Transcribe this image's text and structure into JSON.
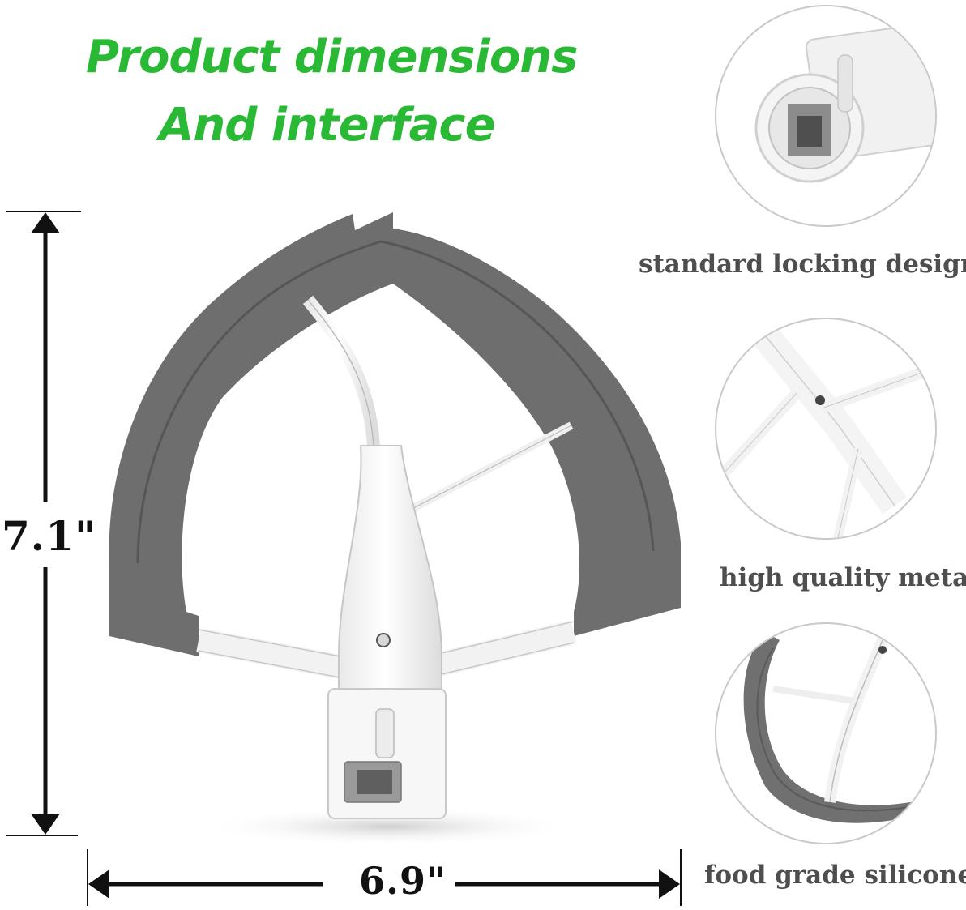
{
  "title": {
    "line1": "Product dimensions",
    "line2": "And interface"
  },
  "dimensions": {
    "height": "7.1\"",
    "width": "6.9\""
  },
  "features": [
    {
      "label": "standard locking design",
      "icon": "locking-interface-closeup"
    },
    {
      "label": "high quality metal",
      "icon": "metal-frame-closeup"
    },
    {
      "label": "food grade silicone",
      "icon": "silicone-edge-closeup"
    }
  ],
  "colors": {
    "title": "#2ab934",
    "silicone": "#707070",
    "metal": "#ffffff",
    "feature_text": "#4e4e4e"
  }
}
